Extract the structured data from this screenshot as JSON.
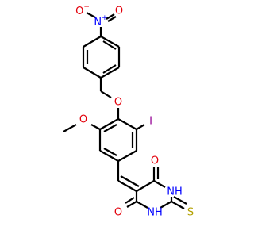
{
  "atoms": {
    "o_plus": {
      "text": "O",
      "charge": "−",
      "color": "#e3000b"
    },
    "n_nitro": {
      "text": "N",
      "charge": "+",
      "color": "#0000ff"
    },
    "o_nitro": {
      "text": "O",
      "color": "#e3000b"
    },
    "o_ether": {
      "text": "O",
      "color": "#e3000b"
    },
    "o_methoxy": {
      "text": "O",
      "color": "#e3000b"
    },
    "iodine": {
      "text": "I",
      "color": "#940094"
    },
    "o_top": {
      "text": "O",
      "color": "#e3000b"
    },
    "nh_right": {
      "text": "NH",
      "color": "#0000ff"
    },
    "nh_bottom": {
      "text": "NH",
      "color": "#0000ff"
    },
    "o_bottom": {
      "text": "O",
      "color": "#e3000b"
    },
    "sulfur": {
      "text": "S",
      "color": "#b3a100"
    }
  },
  "colors": {
    "bond": "#000000",
    "oxygen": "#e3000b",
    "nitrogen": "#0000ff",
    "iodine": "#940094",
    "sulfur": "#b3a100"
  }
}
